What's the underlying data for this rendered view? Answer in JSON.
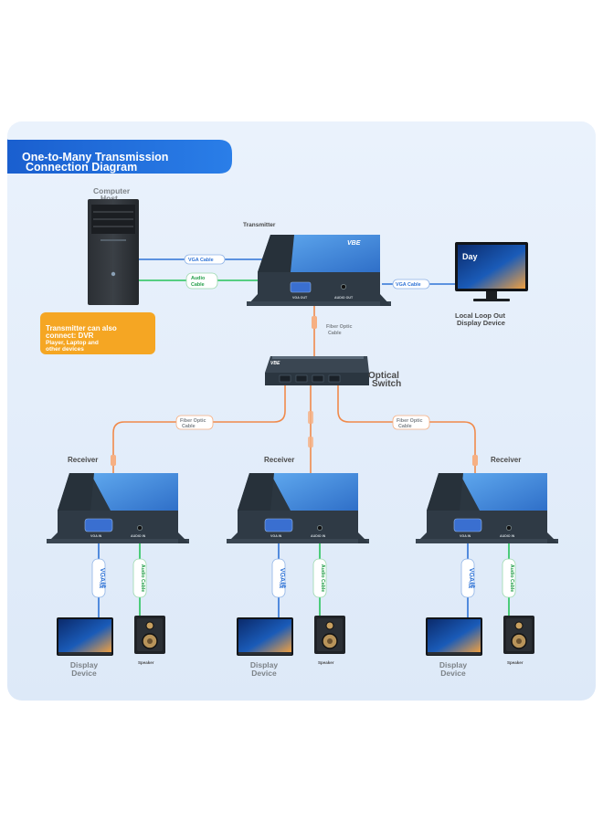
{
  "header": {
    "title_line1": "One-to-Many Transmission",
    "title_line2": "Connection Diagram"
  },
  "computer": {
    "label_line1": "Computer",
    "label_line2": "Host"
  },
  "note": {
    "line1": "Transmitter can also",
    "line2": "connect: DVR",
    "line3": "Player, Laptop and",
    "line4": "other devices"
  },
  "transmitter": {
    "label": "Transmitter",
    "brand": "VBE",
    "port_vga": "VGA OUT",
    "port_audio": "AUDIO OUT"
  },
  "cables": {
    "vga_cable": "VGA Cable",
    "audio_line1": "Audio",
    "audio_line2": "Cable",
    "vga_cable_loop": "VGA Cable",
    "fiber_line1": "Fiber Optic",
    "fiber_line2": "Cable",
    "fiber_left_line1": "Fiber Optic",
    "fiber_left_line2": "Cable",
    "fiber_right_line1": "Fiber Optic",
    "fiber_right_line2": "Cable",
    "vga_vertical": "VGA线",
    "audio_vertical": "Audio Cable"
  },
  "loop_display": {
    "screen_text": "Day",
    "label_line1": "Local Loop Out",
    "label_line2": "Display Device"
  },
  "switch": {
    "label_line1": "Optical",
    "label_line2": "Switch",
    "brand": "VBE"
  },
  "receivers": [
    {
      "label": "Receiver",
      "port_vga": "VGA IN",
      "port_audio": "AUDIO IN",
      "display_line1": "Display",
      "display_line2": "Device",
      "speaker": "Speaker"
    },
    {
      "label": "Receiver",
      "port_vga": "VGA IN",
      "port_audio": "AUDIO IN",
      "display_line1": "Display",
      "display_line2": "Device",
      "speaker": "Speaker"
    },
    {
      "label": "Receiver",
      "port_vga": "VGA IN",
      "port_audio": "AUDIO IN",
      "display_line1": "Display",
      "display_line2": "Device",
      "speaker": "Speaker"
    }
  ],
  "colors": {
    "banner_blue": "#1769d6",
    "panel_bg": "#e4eefa",
    "vga_cable_blue": "#2f73d6",
    "audio_cable_green": "#27c35a",
    "fiber_orange": "#f08a4b",
    "note_orange": "#f5a623",
    "device_dark": "#2f3a45"
  }
}
